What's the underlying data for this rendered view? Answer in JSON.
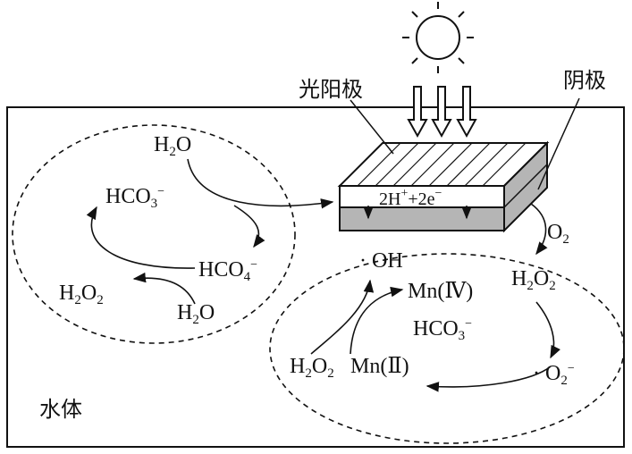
{
  "labels": {
    "photoanode": "光阳极",
    "cathode": "阴极",
    "water_body": "水体",
    "left_cycle": {
      "h2o_top": {
        "main": "H",
        "sub": "2",
        "tail": "O"
      },
      "hco3": {
        "main": "HCO",
        "sub": "3",
        "sup": "−"
      },
      "hco4": {
        "main": "HCO",
        "sub": "4",
        "sup": "−"
      },
      "h2o2": {
        "main": "H",
        "sub": "2",
        "tail": "O",
        "sub2": "2"
      },
      "h2o_bottom": {
        "main": "H",
        "sub": "2",
        "tail": "O"
      }
    },
    "electrode_reaction": {
      "a": "2H",
      "sup_a": "+",
      "b": "+2e",
      "sup_b": "−"
    },
    "right_cycle": {
      "o2": {
        "main": "O",
        "sub": "2"
      },
      "oh": "· OH",
      "mn4": "Mn(Ⅳ)",
      "h2o2_top": {
        "main": "H",
        "sub": "2",
        "tail": "O",
        "sub2": "2"
      },
      "hco3": {
        "main": "HCO",
        "sub": "3",
        "sup": "−"
      },
      "h2o2_bottom": {
        "main": "H",
        "sub": "2",
        "tail": "O",
        "sub2": "2"
      },
      "mn2": "Mn(Ⅱ)",
      "superoxide": {
        "dot": "·",
        "main": "O",
        "sub": "2",
        "sup": "−"
      }
    }
  },
  "colors": {
    "line": "#111111",
    "cathode_fill": "#b5b5b5",
    "background": "#ffffff"
  },
  "icons": [
    "sun-icon",
    "light-arrow-icon"
  ]
}
